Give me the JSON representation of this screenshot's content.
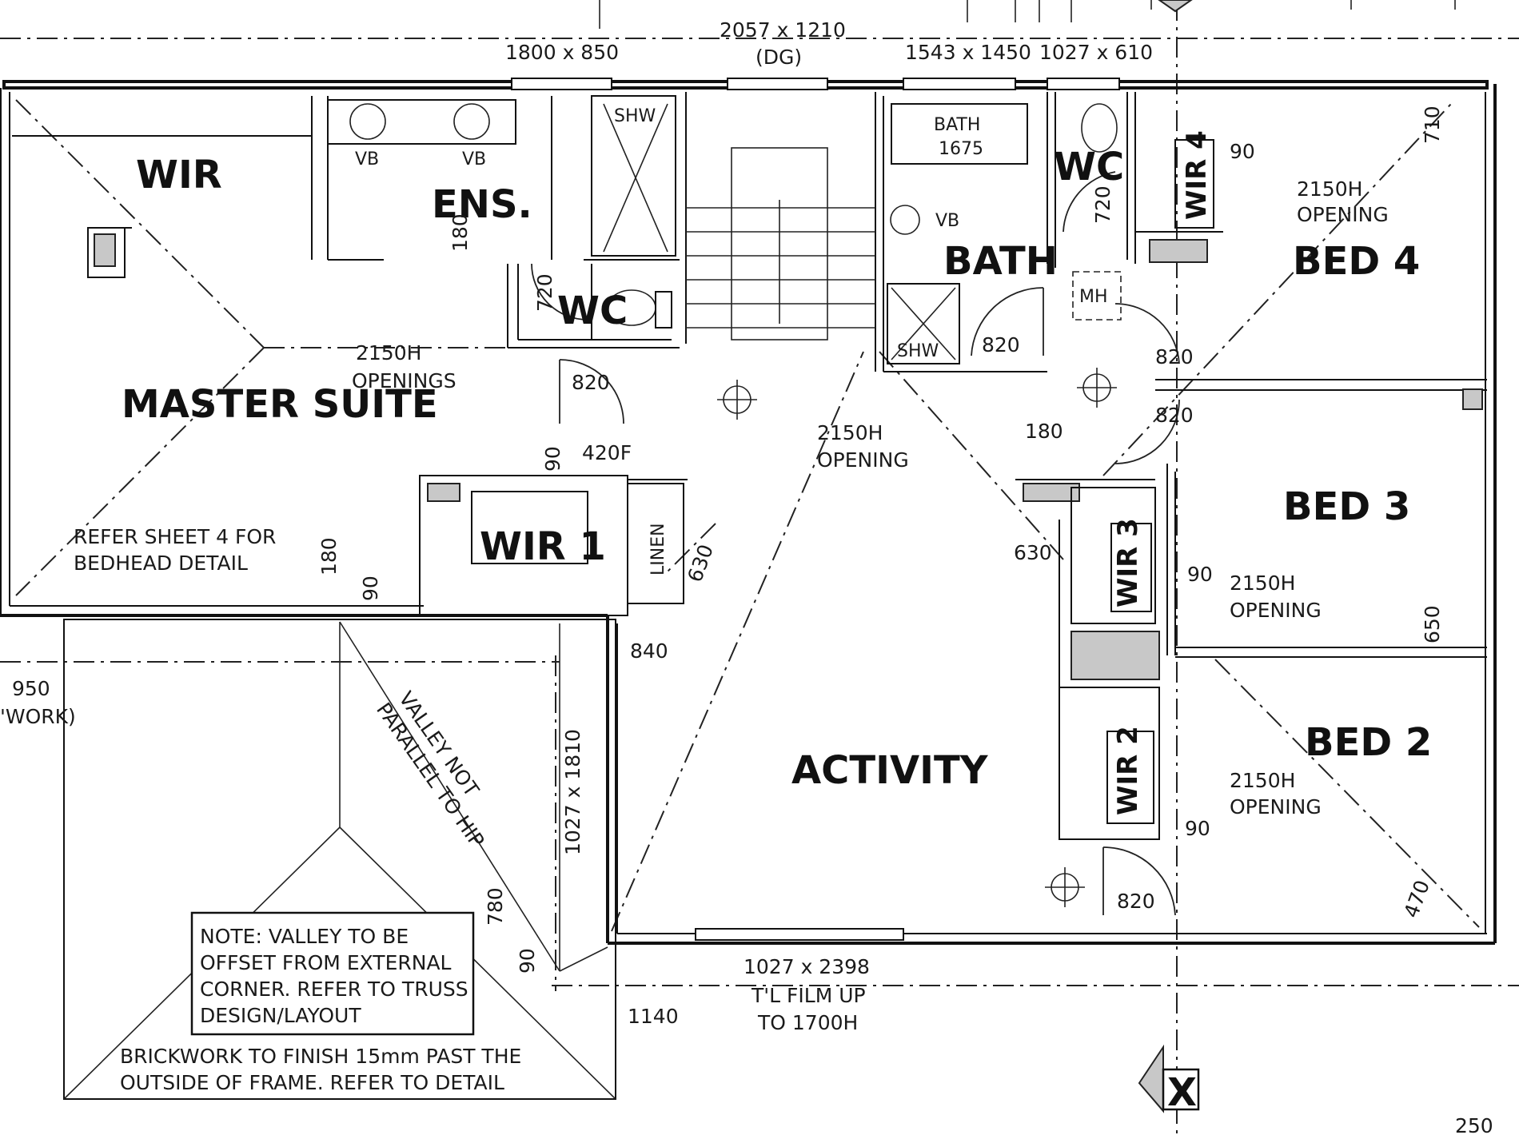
{
  "rooms": {
    "wir": "WIR",
    "ens": "ENS.",
    "master_suite": "MASTER SUITE",
    "wir1": "WIR 1",
    "wc_left": "WC",
    "bath": "BATH",
    "wc_right": "WC",
    "bed4": "BED 4",
    "bed3": "BED 3",
    "bed2": "BED 2",
    "activity": "ACTIVITY",
    "wir2": "WIR 2",
    "wir3": "WIR 3",
    "wir4": "WIR 4",
    "linen": "LINEN"
  },
  "fixtures": {
    "vb1": "VB",
    "vb2": "VB",
    "vb3": "VB",
    "shw1": "SHW",
    "shw2": "SHW",
    "bath_tub_1": "BATH",
    "bath_tub_2": "1675",
    "mh": "MH"
  },
  "windows": {
    "w1": "1800 x 850",
    "w2a": "2057 x 1210",
    "w2b": "(DG)",
    "w3": "1543 x 1450",
    "w4": "1027 x 610",
    "w5": "1027 x 1810",
    "w6a": "1027 x 2398",
    "w6b": "T'L FILM UP",
    "w6c": "TO 1700H"
  },
  "dimensions": {
    "d820a": "820",
    "d820b": "820",
    "d820c": "820",
    "d820d": "820",
    "d820e": "820",
    "d420f": "420F",
    "d90a": "90",
    "d90b": "90",
    "d90c": "90",
    "d90d": "90",
    "d90e": "90",
    "d90f": "90",
    "d180a": "180",
    "d180b": "180",
    "d180c": "180",
    "d720a": "720",
    "d720b": "720",
    "d710": "710",
    "d630a": "630",
    "d630b": "630",
    "d650": "650",
    "d470": "470",
    "d840": "840",
    "d780": "780",
    "d1140": "1140",
    "d950": "950",
    "d250": "250"
  },
  "openings": {
    "o1a": "2150H",
    "o1b": "OPENINGS",
    "o2a": "2150H",
    "o2b": "OPENING",
    "o3a": "2150H",
    "o3b": "OPENING",
    "o4a": "2150H",
    "o4b": "OPENING",
    "o5a": "2150H",
    "o5b": "OPENING"
  },
  "notes": {
    "refer_1": "REFER SHEET 4 FOR",
    "refer_2": "BEDHEAD DETAIL",
    "valley_1": "VALLEY NOT",
    "valley_2": "PARALLEL TO HIP",
    "note_1": "NOTE: VALLEY TO BE",
    "note_2": "OFFSET FROM EXTERNAL",
    "note_3": "CORNER. REFER TO TRUSS",
    "note_4": "DESIGN/LAYOUT",
    "brick_1": "BRICKWORK TO FINISH 15mm PAST THE",
    "brick_2": "OUTSIDE OF FRAME. REFER TO DETAIL",
    "work": "'WORK)",
    "marker": "X"
  }
}
